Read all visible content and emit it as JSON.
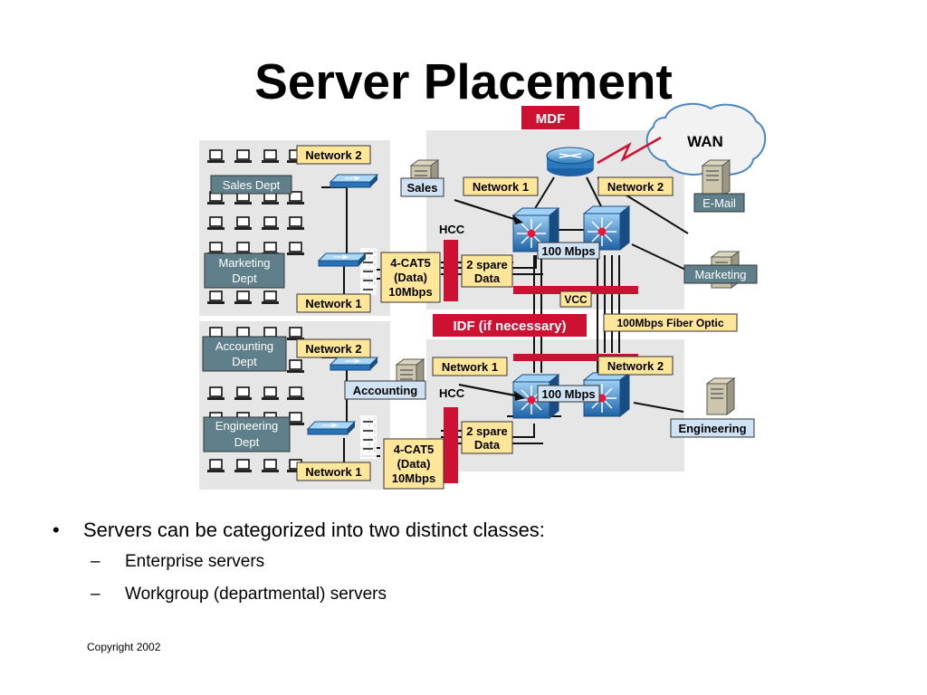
{
  "slide": {
    "title": "Server Placement",
    "bullets": [
      {
        "text": "Servers can be categorized into two distinct classes:",
        "sub": [
          "Enterprise servers",
          "Workgroup (departmental) servers"
        ]
      }
    ],
    "copyright": "Copyright 2002"
  },
  "diagram": {
    "mdf_label": "MDF",
    "wan_label": "WAN",
    "idf_label": "IDF (if necessary)",
    "hcc_top": "HCC",
    "hcc_bottom": "HCC",
    "vcc_label": "VCC",
    "fiber_label": "100Mbps Fiber Optic",
    "speed_top": "100 Mbps",
    "speed_bottom": "100 Mbps",
    "upper_floor": {
      "sales_dept": "Sales Dept",
      "marketing_dept": [
        "Marketing",
        "Dept"
      ],
      "network2": "Network 2",
      "network1": "Network 1",
      "cat5": [
        "4-CAT5",
        "(Data)",
        "10Mbps"
      ]
    },
    "lower_floor": {
      "accounting_dept": [
        "Accounting",
        "Dept"
      ],
      "engineering_dept": [
        "Engineering",
        "Dept"
      ],
      "network2": "Network 2",
      "network1": "Network 1",
      "cat5": [
        "4-CAT5",
        "(Data)",
        "10Mbps"
      ]
    },
    "upper_mdf": {
      "sales_server": "Sales",
      "network1": "Network 1",
      "network2": "Network 2",
      "spare": [
        "2 spare",
        "Data"
      ],
      "email_server": "E-Mail",
      "marketing_server": "Marketing"
    },
    "lower_mdf": {
      "accounting_server": "Accounting",
      "network1": "Network 1",
      "network2": "Network 2",
      "spare": [
        "2 spare",
        "Data"
      ],
      "engineering_server": "Engineering"
    },
    "colors": {
      "tan_label": "#ffe699",
      "blue_label": "#cfe3f4",
      "slate_label": "#5f7f8a",
      "red": "#cc1133",
      "panel": "#e6e6e6",
      "switch": "#2f7ec4"
    }
  }
}
